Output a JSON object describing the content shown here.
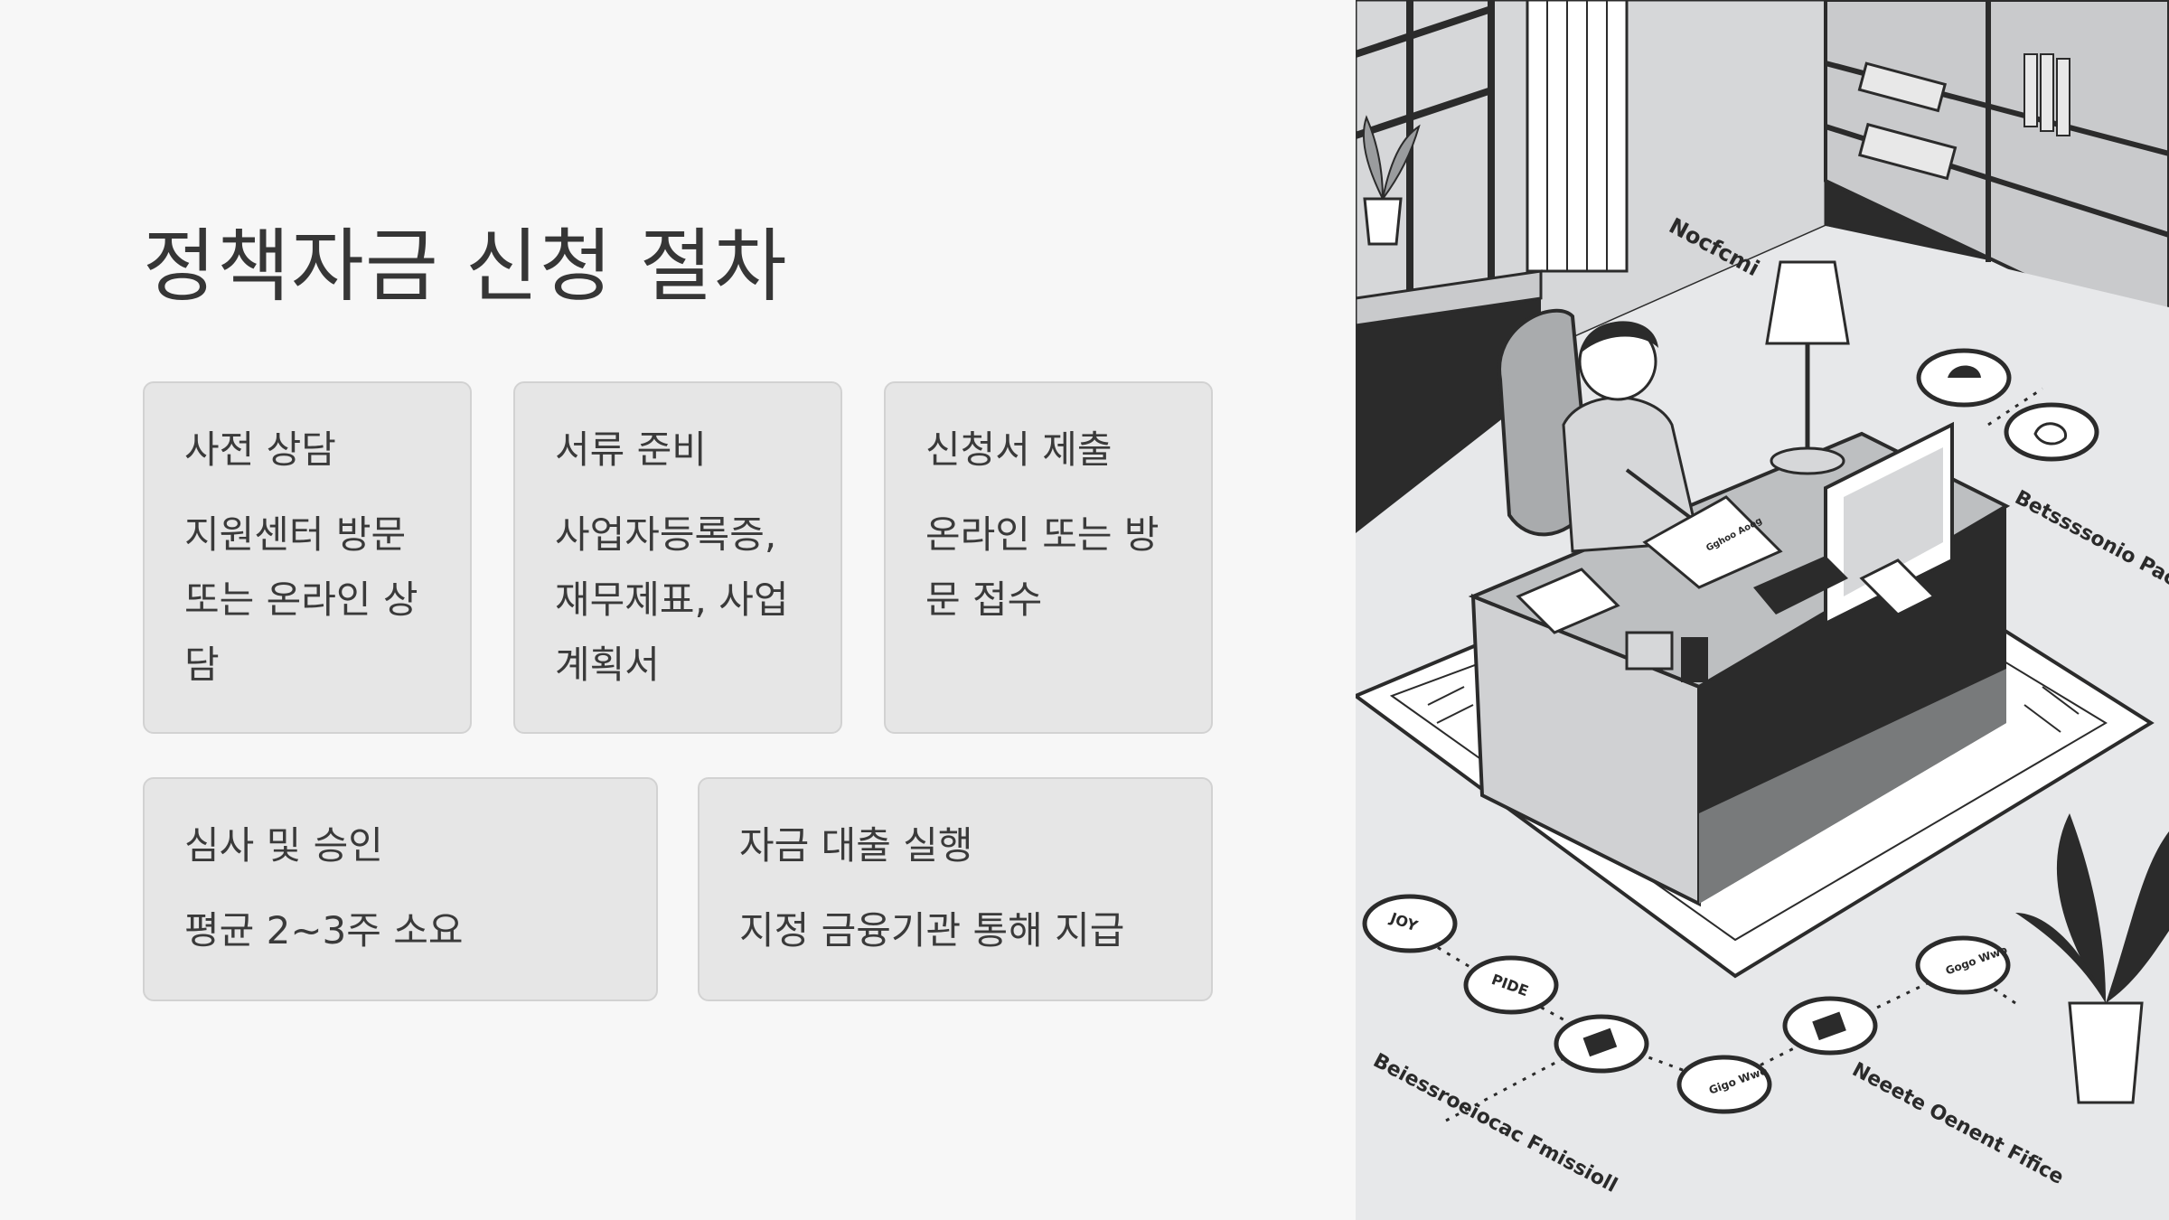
{
  "slide": {
    "title": "정책자금 신청 절차",
    "steps": [
      {
        "title": "사전 상담",
        "desc": "지원센터 방문 또는 온라인 상담"
      },
      {
        "title": "서류 준비",
        "desc": "사업자등록증, 재무제표, 사업계획서"
      },
      {
        "title": "신청서 제출",
        "desc": "온라인 또는 방문 접수"
      },
      {
        "title": "심사 및 승인",
        "desc": "평균 2~3주 소요"
      },
      {
        "title": "자금 대출 실행",
        "desc": "지정 금융기관 통해 지급"
      }
    ]
  },
  "illustration": {
    "labels": {
      "top": "Nocfcmi",
      "right_top": "Betssssonio Pacinssion",
      "left_bottom": "Beiessroeiocac Fmissioll",
      "right_bottom": "Neeete Oenent Fifice",
      "bubble_1": "JOY",
      "bubble_2": "PIDE",
      "bubble_3": "Gogo Wwo",
      "bubble_4": "Gigo Wwo",
      "paper": "Gghoo Aoog"
    },
    "colors": {
      "dark": "#2b2b2b",
      "mid": "#a9abad",
      "light": "#e7e8ea",
      "white": "#ffffff"
    }
  }
}
